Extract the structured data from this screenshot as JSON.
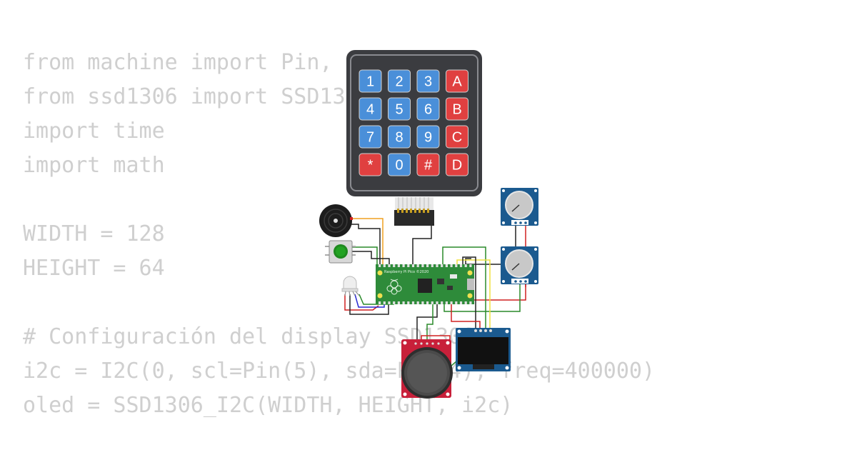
{
  "code": {
    "lines": [
      "from machine import Pin, I2C",
      "from ssd1306 import SSD1306_I2C",
      "import time",
      "import math",
      "",
      "WIDTH = 128",
      "HEIGHT = 64",
      "",
      "# Configuración del display SSD1306",
      "i2c = I2C(0, scl=Pin(5), sda=Pin(4), freq=400000)",
      "oled = SSD1306_I2C(WIDTH, HEIGHT, i2c)"
    ]
  },
  "keypad": {
    "rows": [
      [
        "1",
        "2",
        "3",
        "A"
      ],
      [
        "4",
        "5",
        "6",
        "B"
      ],
      [
        "7",
        "8",
        "9",
        "C"
      ],
      [
        "*",
        "0",
        "#",
        "D"
      ]
    ],
    "colors": {
      "blue": "#4a8fd9",
      "red": "#e04040",
      "body": "#3b3c40"
    }
  },
  "pico": {
    "board_label": "Raspberry Pi Pico ©2020",
    "color": "#2e8b3a"
  },
  "colors": {
    "pcb_blue": "#1b5a8f",
    "joystick_red": "#c8203a"
  },
  "icons": [
    "buzzer-icon",
    "pushbutton-icon",
    "led-icon",
    "potentiometer-icon",
    "joystick-icon",
    "oled-display-icon",
    "raspberry-logo-icon"
  ]
}
